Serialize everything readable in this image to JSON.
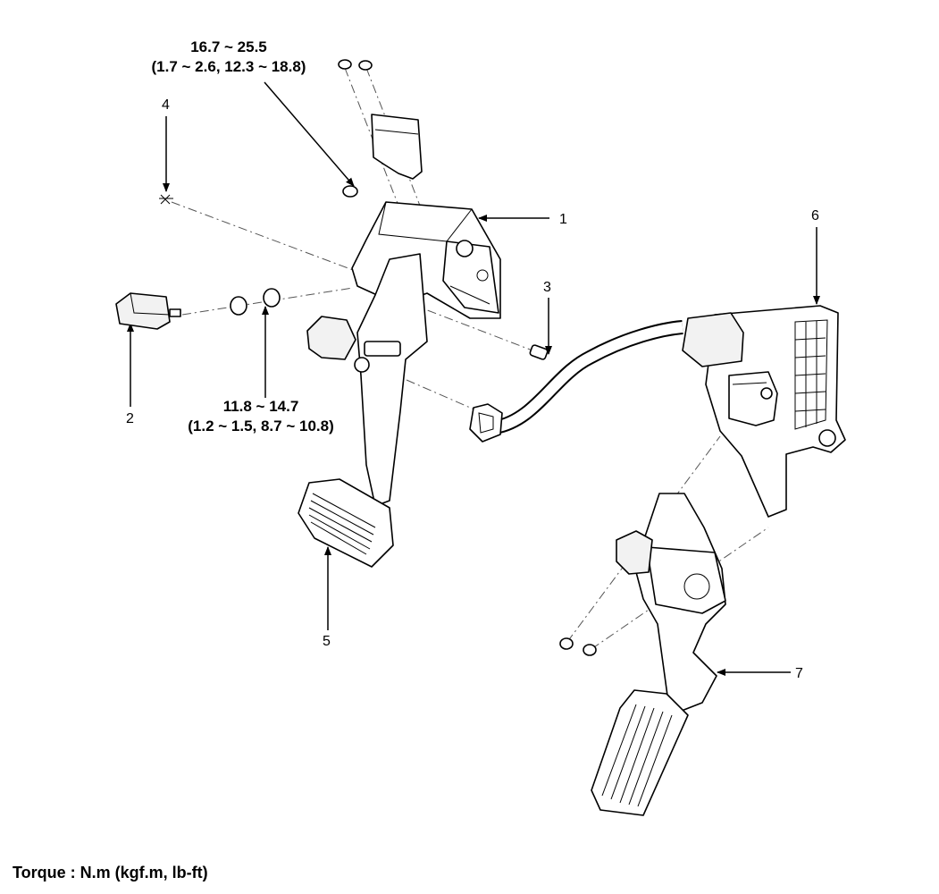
{
  "torque_specs": {
    "bracket_nut": {
      "value": "16.7 ~ 25.5",
      "alt": "(1.7 ~ 2.6, 12.3 ~ 18.8)"
    },
    "switch_nut": {
      "value": "11.8 ~ 14.7",
      "alt": "(1.2 ~ 1.5, 8.7 ~ 10.8)"
    }
  },
  "callouts": [
    "1",
    "2",
    "3",
    "4",
    "5",
    "6",
    "7"
  ],
  "caption": "Torque : N.m (kgf.m, lb-ft)"
}
